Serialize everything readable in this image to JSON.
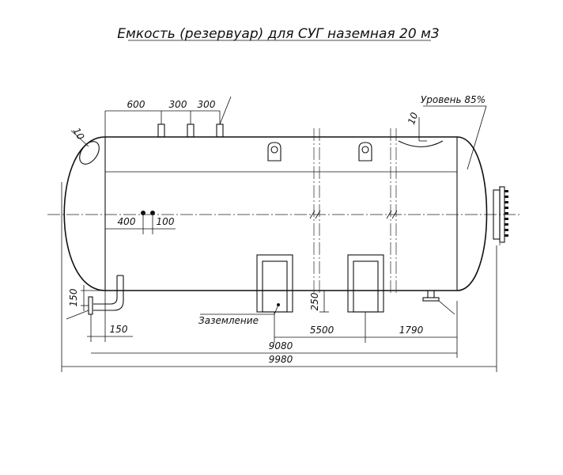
{
  "title": "Емкость (резервуар) для СУГ наземная 20 м3",
  "annotations": {
    "level": "Уровень 85%",
    "grounding": "Заземление"
  },
  "dimensions": {
    "nozzle_600": "600",
    "nozzle_300_a": "300",
    "nozzle_300_b": "300",
    "head_left_10": "10",
    "head_right_10": "10",
    "d_400": "400",
    "d_100": "100",
    "d_150_vertical": "150",
    "d_150_horizontal": "150",
    "d_250": "250",
    "d_5500": "5500",
    "d_1790": "1790",
    "d_9080": "9080",
    "d_9980": "9980"
  }
}
